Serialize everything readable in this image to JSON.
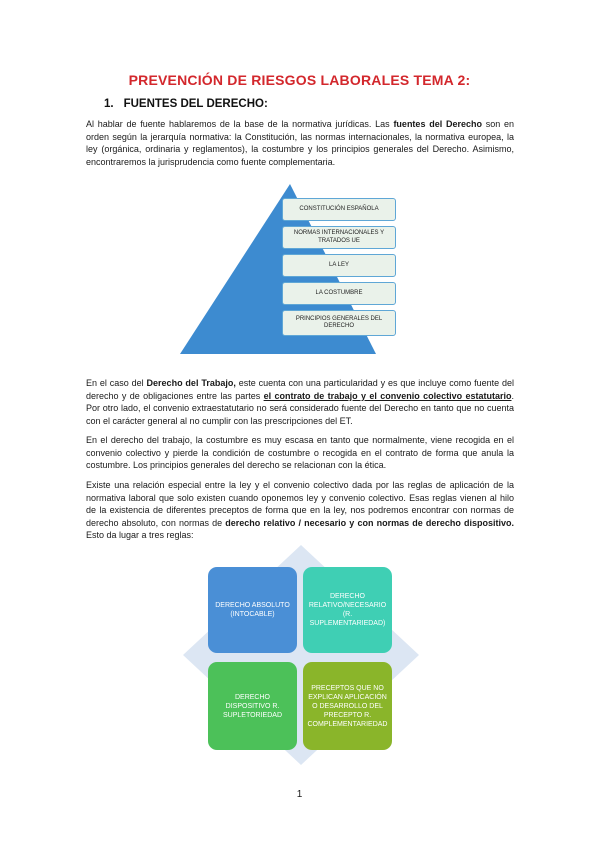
{
  "document": {
    "title": "PREVENCIÓN DE RIESGOS LABORALES TEMA 2:",
    "section_number": "1.",
    "section_title": "FUENTES DEL DERECHO:",
    "p1": {
      "a": "Al hablar de fuente hablaremos de la base de la normativa jurídicas. Las ",
      "b": "fuentes del Derecho",
      "c": " son en orden según la jerarquía normativa: la Constitución, las normas internacionales, la normativa europea, la ley (orgánica, ordinaria y reglamentos), la costumbre y los principios generales del Derecho. Asimismo, encontraremos la jurisprudencia como fuente complementaria."
    },
    "pyramid": {
      "items": [
        "CONSTITUCIÓN ESPAÑOLA",
        "NORMAS INTERNACIONALES Y TRATADOS UE",
        "LA LEY",
        "LA COSTUMBRE",
        "PRINCIPIOS GENERALES DEL DERECHO"
      ],
      "color": "#3d8bd0"
    },
    "p2": {
      "a": "En el caso del ",
      "b": "Derecho del Trabajo,",
      "c": " este cuenta con una particularidad y es que incluye como fuente del derecho y de obligaciones entre las partes ",
      "d": "el contrato de trabajo y el convenio colectivo estatutario",
      "e": ". Por otro lado, el convenio extraestatutario no será considerado fuente del Derecho en tanto que no cuenta con el carácter general al no cumplir con las prescripciones del ET."
    },
    "p3": "En el derecho del trabajo, la costumbre es muy escasa en tanto que normalmente, viene recogida en el convenio colectivo y pierde la condición de costumbre o recogida en el contrato de forma que anula la costumbre. Los principios generales del derecho se relacionan con la ética.",
    "p4": {
      "a": "Existe una relación especial entre la ley y el convenio colectivo dada por las reglas de aplicación de la normativa laboral que solo existen cuando oponemos ley y convenio colectivo. Esas reglas vienen al hilo de la existencia de diferentes preceptos de forma que en la ley, nos podremos encontrar con normas de derecho absoluto, con normas de ",
      "b": "derecho relativo / necesario y con normas de derecho dispositivo.",
      "c": " Esto da lugar a tres reglas:"
    },
    "matrix": {
      "cells": [
        {
          "label": "DERECHO ABSOLUTO (INTOCABLE)",
          "color": "#4a8fd6"
        },
        {
          "label": "DERECHO RELATIVO/NECESARIO (R. SUPLEMENTARIEDAD)",
          "color": "#3fcfb4"
        },
        {
          "label": "DERECHO DISPOSITIVO R. SUPLETORIEDAD",
          "color": "#4cc159"
        },
        {
          "label": "PRECEPTOS QUE NO EXPLICAN APLICACIÓN O DESARROLLO DEL PRECEPTO R. COMPLEMENTARIEDAD",
          "color": "#8ab52a"
        }
      ],
      "diamond_color": "#dce6f3"
    },
    "page_number": "1"
  }
}
